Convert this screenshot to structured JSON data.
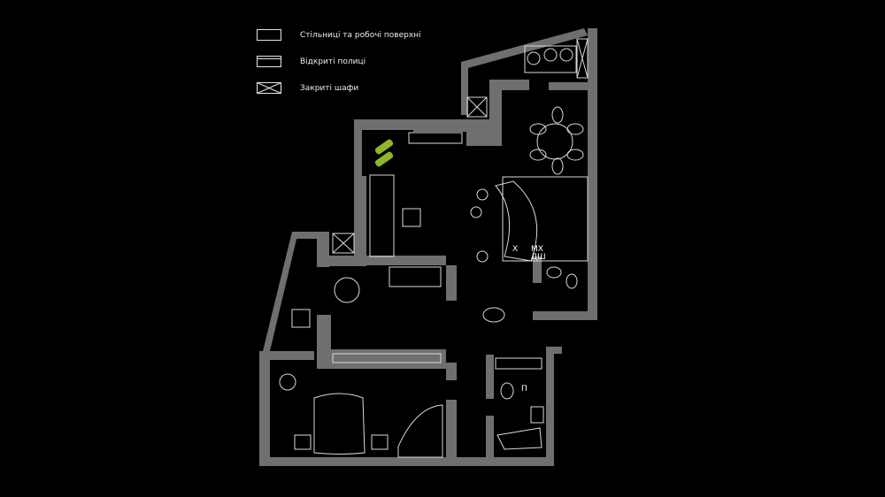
{
  "legend": {
    "items": [
      {
        "label": "Стільниці та робочі поверхні",
        "pattern": "solid"
      },
      {
        "label": "Відкриті полиці",
        "pattern": "line"
      },
      {
        "label": "Закриті шафи",
        "pattern": "cross"
      }
    ]
  },
  "plan": {
    "labels": {
      "kitchen_x": "X",
      "kitchen_mx": "МХ",
      "kitchen_dsh": "ДШ",
      "bath_p": "П"
    }
  },
  "colors": {
    "background": "#000000",
    "wall": "#6f6f6f",
    "line": "#d9d9d9",
    "accent_green": "#8fb52a"
  }
}
